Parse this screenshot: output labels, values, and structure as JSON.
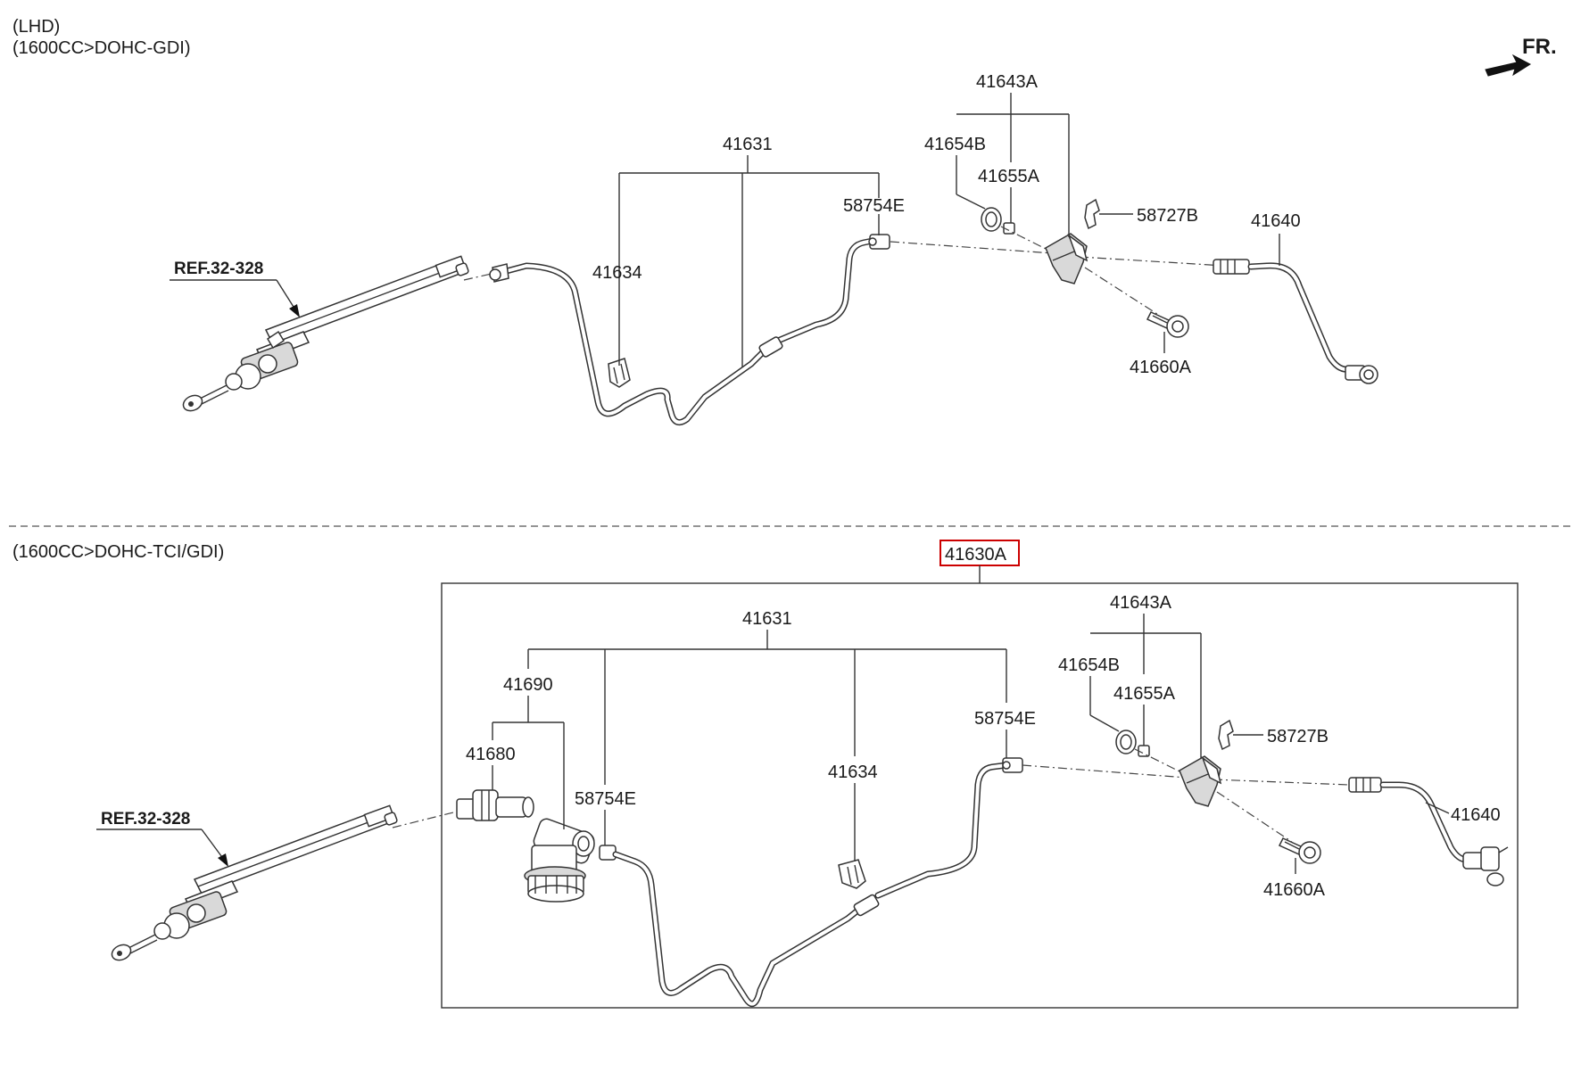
{
  "headers": {
    "top_line1": "(LHD)",
    "top_line2": "(1600CC>DOHC-GDI)",
    "bottom": "(1600CC>DOHC-TCI/GDI)",
    "direction": "FR."
  },
  "highlight": {
    "label": "41630A",
    "color": "#cc0000"
  },
  "top": {
    "ref": "REF.32-328",
    "labels": {
      "p41631": "41631",
      "p41634": "41634",
      "p58754E": "58754E",
      "p41643A": "41643A",
      "p41654B": "41654B",
      "p41655A": "41655A",
      "p58727B": "58727B",
      "p41640": "41640",
      "p41660A": "41660A"
    }
  },
  "bottom": {
    "ref": "REF.32-328",
    "labels": {
      "p41631": "41631",
      "p41690": "41690",
      "p41680": "41680",
      "p58754E_left": "58754E",
      "p41634": "41634",
      "p58754E_right": "58754E",
      "p41643A": "41643A",
      "p41654B": "41654B",
      "p41655A": "41655A",
      "p58727B": "58727B",
      "p41640": "41640",
      "p41660A": "41660A"
    }
  }
}
